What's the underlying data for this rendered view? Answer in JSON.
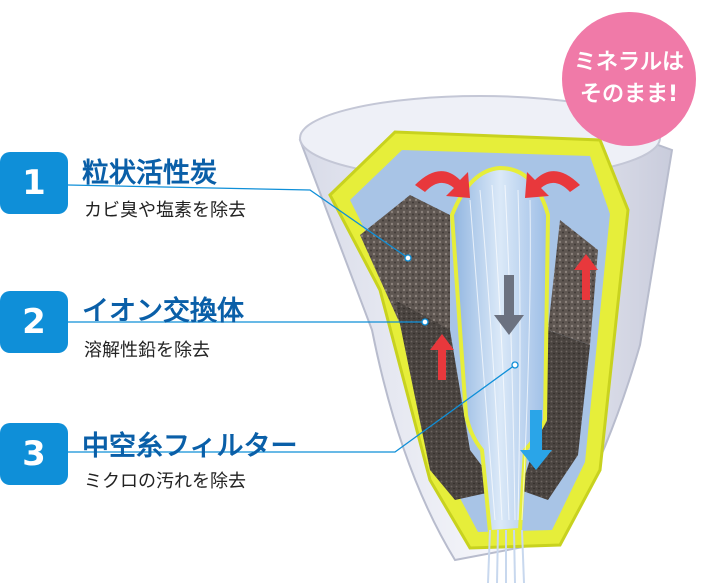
{
  "colors": {
    "accent_blue": "#0f8fd8",
    "title_blue": "#0a5fa8",
    "bubble_pink": "#f07aa8",
    "filter_yellow": "#e6ee3a",
    "carbon_gray": "#6e6560",
    "water_blue": "#b6d2ee",
    "arrow_red": "#e8383c"
  },
  "callouts": [
    {
      "number": "1",
      "title": "粒状活性炭",
      "desc": "カビ臭や塩素を除去",
      "icon": "number-badge"
    },
    {
      "number": "2",
      "title": "イオン交換体",
      "desc": "溶解性鉛を除去",
      "icon": "number-badge"
    },
    {
      "number": "3",
      "title": "中空糸フィルター",
      "desc": "ミクロの汚れを除去",
      "icon": "number-badge"
    }
  ],
  "bubble": {
    "line1": "ミネラルは",
    "line2": "そのまま!"
  }
}
